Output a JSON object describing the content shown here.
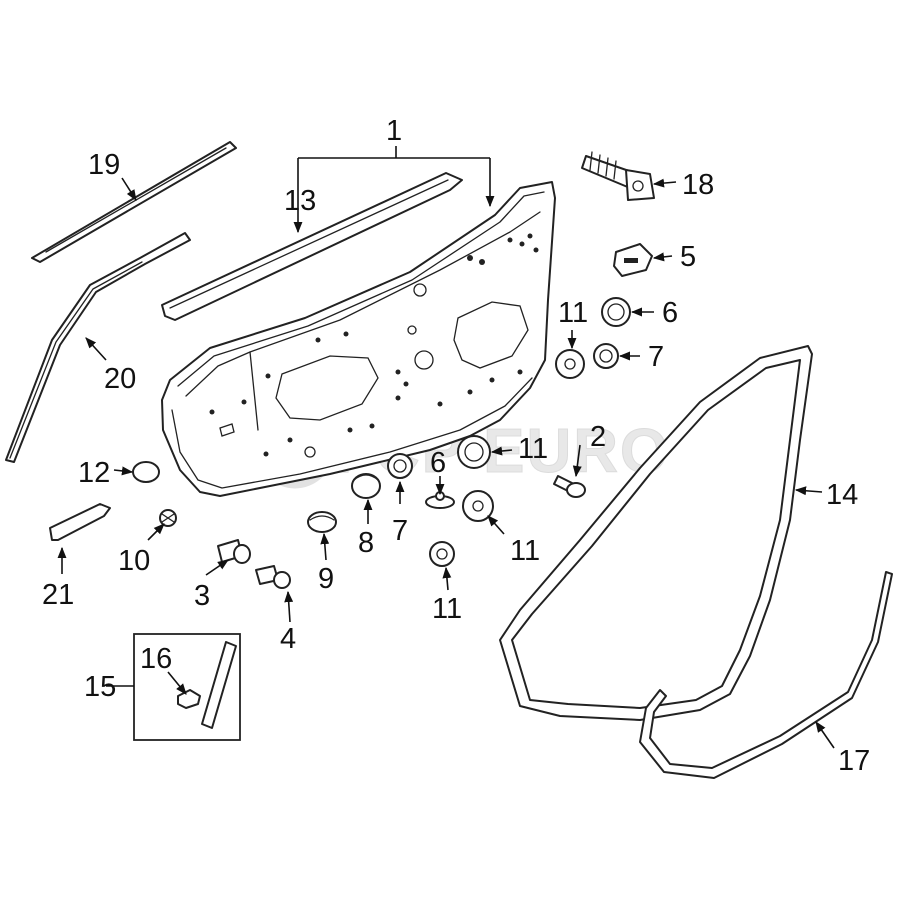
{
  "watermark": {
    "text": "FCP EURO"
  },
  "callouts": [
    {
      "id": "c1",
      "label": "1"
    },
    {
      "id": "c2",
      "label": "2"
    },
    {
      "id": "c3",
      "label": "3"
    },
    {
      "id": "c4",
      "label": "4"
    },
    {
      "id": "c5",
      "label": "5"
    },
    {
      "id": "c6a",
      "label": "6"
    },
    {
      "id": "c6b",
      "label": "6"
    },
    {
      "id": "c7a",
      "label": "7"
    },
    {
      "id": "c7b",
      "label": "7"
    },
    {
      "id": "c8",
      "label": "8"
    },
    {
      "id": "c9",
      "label": "9"
    },
    {
      "id": "c10",
      "label": "10"
    },
    {
      "id": "c11a",
      "label": "11"
    },
    {
      "id": "c11b",
      "label": "11"
    },
    {
      "id": "c11c",
      "label": "11"
    },
    {
      "id": "c11d",
      "label": "11"
    },
    {
      "id": "c12",
      "label": "12"
    },
    {
      "id": "c13",
      "label": "13"
    },
    {
      "id": "c14",
      "label": "14"
    },
    {
      "id": "c15",
      "label": "15"
    },
    {
      "id": "c16",
      "label": "16"
    },
    {
      "id": "c17",
      "label": "17"
    },
    {
      "id": "c18",
      "label": "18"
    },
    {
      "id": "c19",
      "label": "19"
    },
    {
      "id": "c20",
      "label": "20"
    },
    {
      "id": "c21",
      "label": "21"
    }
  ]
}
